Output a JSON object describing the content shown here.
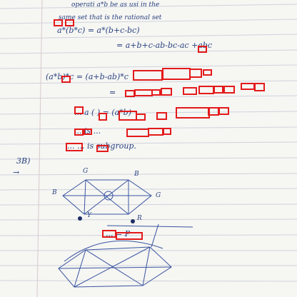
{
  "notes": {
    "line1": "operati  a*b  be  as  usi  in  the",
    "line2": "same  set  that  is  the  rational  set",
    "line3": "a*(b*c)  =  a*(b+c-bc)",
    "line4": "=  a+b+c-ab-bc-ac  +abc",
    "line5": "(a*b)*c  =  (a+b-ab)*c",
    "line6": "=",
    "line7": "...  a  (  )  =  (a*b)",
    "line8": "...  is  ...",
    "line9": "...  ...  is  subgroup.",
    "q_label": "3B)",
    "arrow": "→",
    "graph_labels": {
      "top_left": "G",
      "top_right": "B",
      "left": "B",
      "right": "G",
      "bottom_left": "Y",
      "bottom_right": "R"
    },
    "line10": "...  =  P"
  },
  "colors": {
    "ink": "#27407f",
    "redaction": "#e31a1a",
    "paper": "#f6f6f3",
    "rule": "#cfd3dc"
  }
}
